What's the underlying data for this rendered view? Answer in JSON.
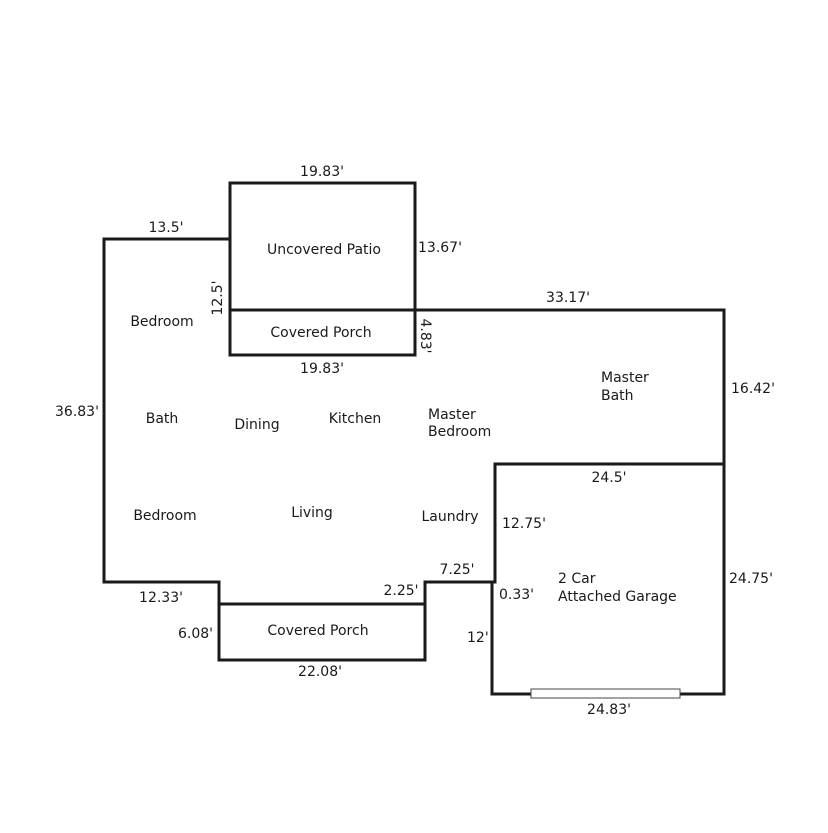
{
  "rooms": {
    "uncovered_patio": "Uncovered Patio",
    "covered_porch_top": "Covered Porch",
    "bedroom_top": "Bedroom",
    "bath": "Bath",
    "dining": "Dining",
    "kitchen": "Kitchen",
    "master_bedroom_1": "Master",
    "master_bedroom_2": "Bedroom",
    "master_bath_1": "Master",
    "master_bath_2": "Bath",
    "bedroom_bottom": "Bedroom",
    "living": "Living",
    "laundry": "Laundry",
    "covered_porch_bottom": "Covered Porch",
    "garage_1": "2 Car",
    "garage_2": "Attached Garage"
  },
  "dimensions": {
    "patio_top": "19.83'",
    "patio_right": "13.67'",
    "patio_left": "12.5'",
    "porch_top_bottom": "19.83'",
    "porch_top_right": "4.83'",
    "house_top_left": "13.5'",
    "house_left": "36.83'",
    "house_top_right": "33.17'",
    "house_right": "16.42'",
    "garage_top": "24.5'",
    "garage_right": "24.75'",
    "garage_bottom": "24.83'",
    "garage_left_upper": "12.75'",
    "garage_left_mid": "0.33'",
    "garage_left_lower": "12'",
    "bottom_left": "12.33'",
    "porch_bottom_left": "6.08'",
    "porch_bottom_bottom": "22.08'",
    "porch_bottom_right": "2.25'",
    "laundry_jog": "7.25'"
  }
}
